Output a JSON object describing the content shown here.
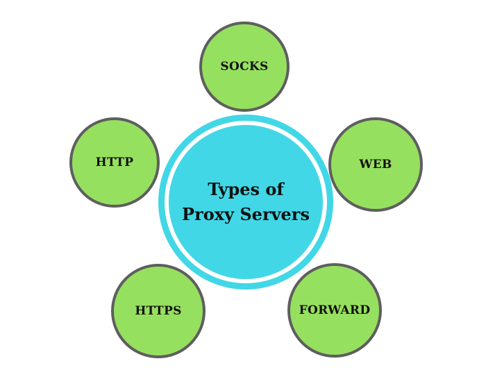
{
  "diagram": {
    "center": {
      "lines": [
        "Types of",
        "Proxy Servers"
      ]
    },
    "nodes": [
      {
        "id": "socks",
        "label": "SOCKS"
      },
      {
        "id": "http",
        "label": "HTTP"
      },
      {
        "id": "web",
        "label": "WEB"
      },
      {
        "id": "https",
        "label": "HTTPS"
      },
      {
        "id": "forward",
        "label": "FORWARD"
      }
    ]
  },
  "colors": {
    "node_fill": "#96e05f",
    "node_border": "#5e5e5e",
    "center_fill": "#41d7e6",
    "text": "#111111",
    "background": "#ffffff"
  }
}
